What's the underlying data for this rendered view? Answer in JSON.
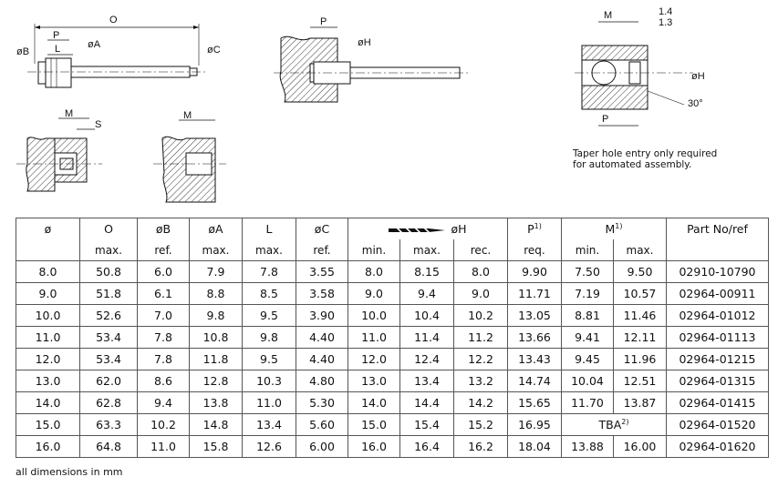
{
  "drawings": {
    "pin_labels": {
      "O": "O",
      "P": "P",
      "L": "L",
      "oA": "øA",
      "oB": "øB",
      "oC": "øC"
    },
    "mount1_labels": {
      "M": "M",
      "S": "S"
    },
    "mount2_labels": {
      "M": "M"
    },
    "pin_in_plate_labels": {
      "P": "P",
      "oH": "øH"
    },
    "taper_labels": {
      "M": "M",
      "d1": "1.4",
      "d2": "1.3",
      "oH": "øH",
      "P": "P",
      "angle": "30°"
    }
  },
  "note": {
    "line1": "Taper hole entry only required",
    "line2": "for automated assembly."
  },
  "table": {
    "header": {
      "d": "ø",
      "O": "O",
      "B": "øB",
      "A": "øA",
      "L": "L",
      "C": "øC",
      "H": "øH",
      "P": "P",
      "P_sup": "1)",
      "M": "M",
      "M_sup": "1)",
      "part": "Part No/ref"
    },
    "subheader": {
      "O": "max.",
      "B": "ref.",
      "A": "max.",
      "L": "max.",
      "C": "ref.",
      "Hmin": "min.",
      "Hmax": "max.",
      "Hrec": "rec.",
      "P": "req.",
      "Mmin": "min.",
      "Mmax": "max."
    },
    "rows": [
      [
        "8.0",
        "50.8",
        "6.0",
        "7.9",
        "7.8",
        "3.55",
        "8.0",
        "8.15",
        "8.0",
        "9.90",
        "7.50",
        "9.50",
        "02910-10790"
      ],
      [
        "9.0",
        "51.8",
        "6.1",
        "8.8",
        "8.5",
        "3.58",
        "9.0",
        "9.4",
        "9.0",
        "11.71",
        "7.19",
        "10.57",
        "02964-00911"
      ],
      [
        "10.0",
        "52.6",
        "7.0",
        "9.8",
        "9.5",
        "3.90",
        "10.0",
        "10.4",
        "10.2",
        "13.05",
        "8.81",
        "11.46",
        "02964-01012"
      ],
      [
        "11.0",
        "53.4",
        "7.8",
        "10.8",
        "9.8",
        "4.40",
        "11.0",
        "11.4",
        "11.2",
        "13.66",
        "9.41",
        "12.11",
        "02964-01113"
      ],
      [
        "12.0",
        "53.4",
        "7.8",
        "11.8",
        "9.5",
        "4.40",
        "12.0",
        "12.4",
        "12.2",
        "13.43",
        "9.45",
        "11.96",
        "02964-01215"
      ],
      [
        "13.0",
        "62.0",
        "8.6",
        "12.8",
        "10.3",
        "4.80",
        "13.0",
        "13.4",
        "13.2",
        "14.74",
        "10.04",
        "12.51",
        "02964-01315"
      ],
      [
        "14.0",
        "62.8",
        "9.4",
        "13.8",
        "11.0",
        "5.30",
        "14.0",
        "14.4",
        "14.2",
        "15.65",
        "11.70",
        "13.87",
        "02964-01415"
      ]
    ],
    "row15": {
      "cells": [
        "15.0",
        "63.3",
        "10.2",
        "14.8",
        "13.4",
        "5.60",
        "15.0",
        "15.4",
        "15.2",
        "16.95"
      ],
      "tba": "TBA",
      "tba_sup": "2)",
      "part": "02964-01520"
    },
    "row16": [
      "16.0",
      "64.8",
      "11.0",
      "15.8",
      "12.6",
      "6.00",
      "16.0",
      "16.4",
      "16.2",
      "18.04",
      "13.88",
      "16.00",
      "02964-01620"
    ]
  },
  "footer": "all dimensions in mm"
}
